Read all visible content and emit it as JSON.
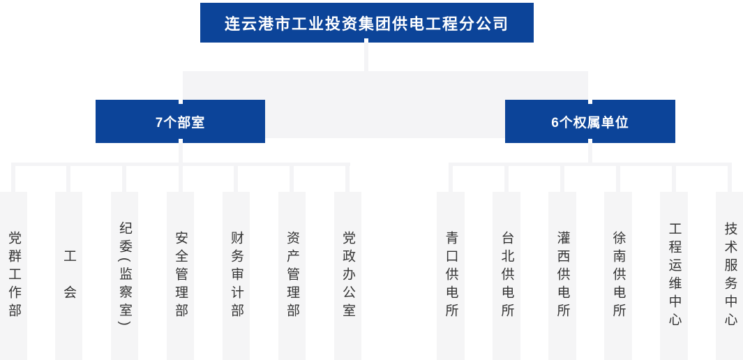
{
  "org_chart": {
    "root": {
      "label": "连云港市工业投资集团供电工程分公司"
    },
    "branches": [
      {
        "label": "7个部室",
        "children": [
          "党群工作部",
          "工　会",
          "纪委(监察室)",
          "安全管理部",
          "财务审计部",
          "资产管理部",
          "党政办公室"
        ]
      },
      {
        "label": "6个权属单位",
        "children": [
          "青口供电所",
          "台北供电所",
          "灌西供电所",
          "徐南供电所",
          "工程运维中心",
          "技术服务中心"
        ]
      }
    ],
    "colors": {
      "primary_blue": "#0c4499",
      "connector_gray": "#f4f4f6",
      "column_gray": "#f5f5f6",
      "label_text": "#333333"
    }
  }
}
